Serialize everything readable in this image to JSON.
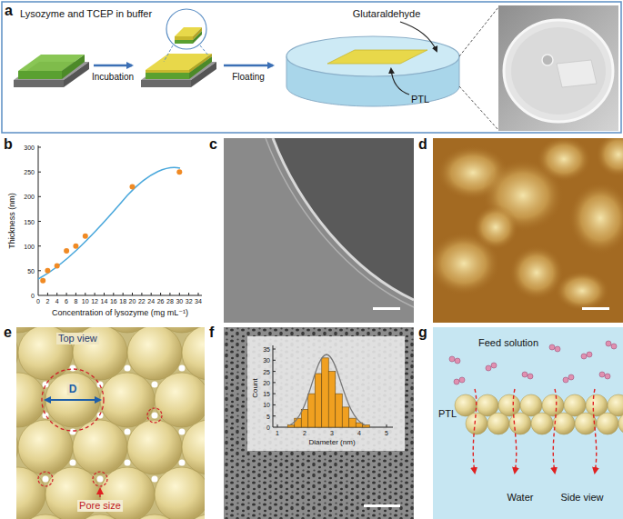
{
  "diagram": {
    "labels": [
      "a",
      "Lysozyme and TCEP in buffer",
      "Incubation",
      "Floating",
      "Glutaraldehyde",
      "PTL",
      "b",
      "Thickness (nm)",
      "300",
      "250",
      "200",
      "150",
      "100",
      "50",
      "0",
      "0",
      "2",
      "4",
      "6",
      "8",
      "10",
      "12",
      "14",
      "16",
      "18",
      "20",
      "22",
      "24",
      "26",
      "28",
      "30",
      "32",
      "34",
      "Concentration of lysozyme (mg mL⁻¹)",
      "c",
      "d",
      "e",
      "Top view",
      "D",
      "Pore size",
      "f",
      "Count",
      "35",
      "30",
      "25",
      "20",
      "15",
      "10",
      "5",
      "0",
      "1",
      "2",
      "3",
      "4",
      "5",
      "Diameter (nm)",
      "g",
      "Feed solution",
      "PTL",
      "Water",
      "Side view"
    ]
  }
}
